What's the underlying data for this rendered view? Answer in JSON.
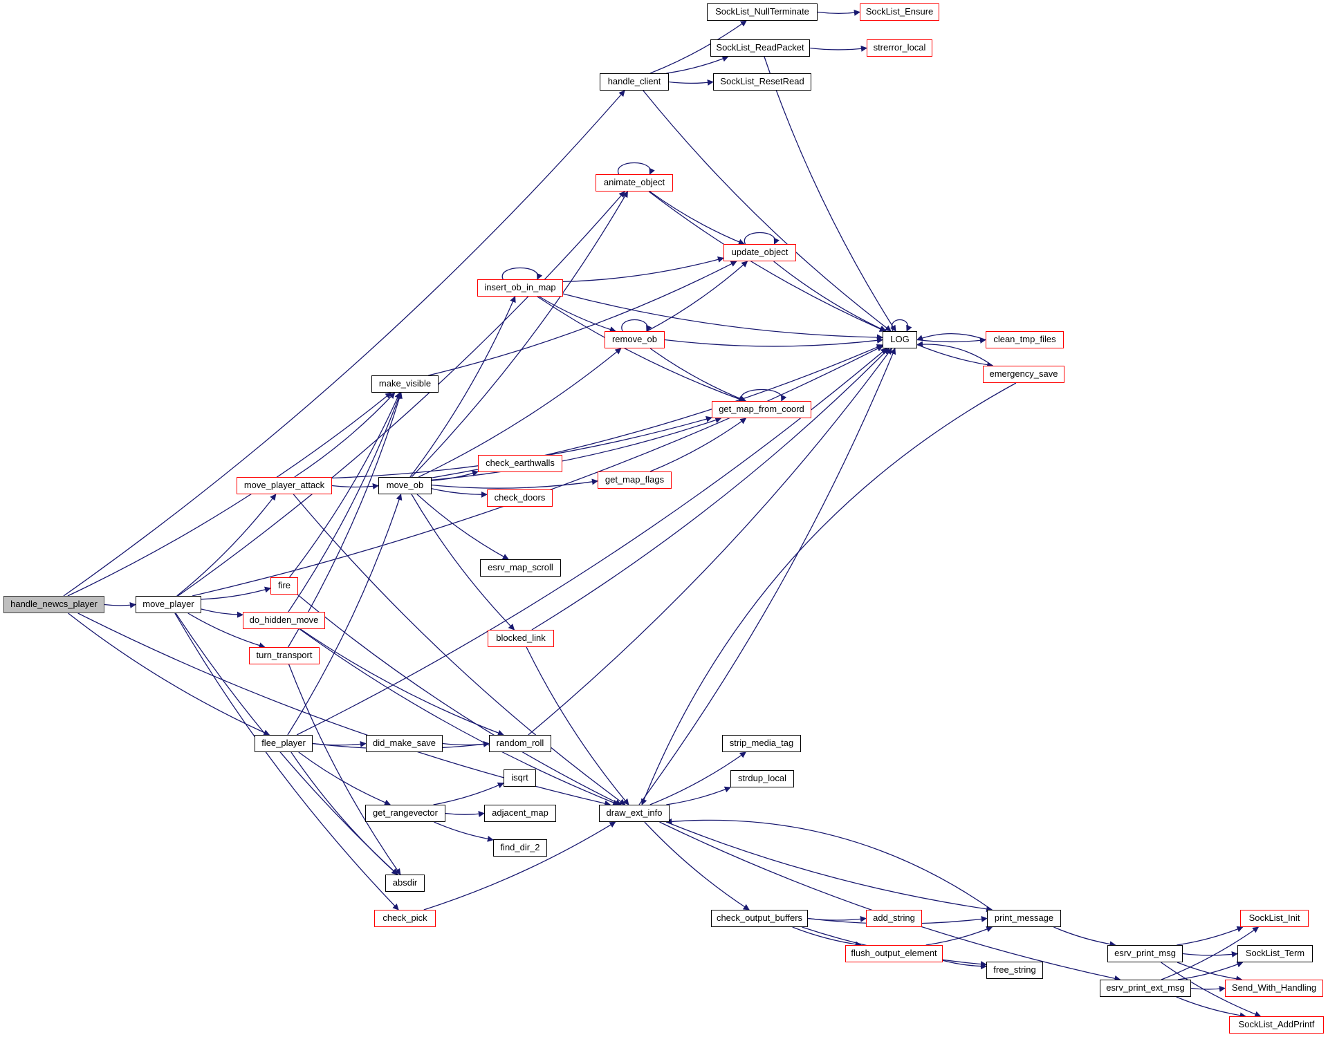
{
  "title": "Call graph for handle_newcs_player",
  "colors": {
    "edge": "#191970",
    "node_border": "#000000",
    "node_border_incomplete": "#ff0000",
    "root_fill": "#bfbfbf",
    "root_border": "#404040",
    "background": "#ffffff"
  },
  "nodes": [
    {
      "id": "handle_newcs_player",
      "label": "handle_newcs_player",
      "kind": "root"
    },
    {
      "id": "move_player",
      "label": "move_player",
      "kind": "normal"
    },
    {
      "id": "handle_client",
      "label": "handle_client",
      "kind": "normal"
    },
    {
      "id": "SockList_NullTerminate",
      "label": "SockList_NullTerminate",
      "kind": "normal"
    },
    {
      "id": "SockList_Ensure",
      "label": "SockList_Ensure",
      "kind": "red"
    },
    {
      "id": "SockList_ReadPacket",
      "label": "SockList_ReadPacket",
      "kind": "normal"
    },
    {
      "id": "strerror_local",
      "label": "strerror_local",
      "kind": "red"
    },
    {
      "id": "SockList_ResetRead",
      "label": "SockList_ResetRead",
      "kind": "normal"
    },
    {
      "id": "animate_object",
      "label": "animate_object",
      "kind": "red"
    },
    {
      "id": "update_object",
      "label": "update_object",
      "kind": "red"
    },
    {
      "id": "insert_ob_in_map",
      "label": "insert_ob_in_map",
      "kind": "red"
    },
    {
      "id": "remove_ob",
      "label": "remove_ob",
      "kind": "red"
    },
    {
      "id": "LOG",
      "label": "LOG",
      "kind": "normal"
    },
    {
      "id": "clean_tmp_files",
      "label": "clean_tmp_files",
      "kind": "red"
    },
    {
      "id": "emergency_save",
      "label": "emergency_save",
      "kind": "red"
    },
    {
      "id": "make_visible",
      "label": "make_visible",
      "kind": "normal"
    },
    {
      "id": "get_map_from_coord",
      "label": "get_map_from_coord",
      "kind": "red"
    },
    {
      "id": "move_player_attack",
      "label": "move_player_attack",
      "kind": "red"
    },
    {
      "id": "move_ob",
      "label": "move_ob",
      "kind": "normal"
    },
    {
      "id": "check_earthwalls",
      "label": "check_earthwalls",
      "kind": "red"
    },
    {
      "id": "get_map_flags",
      "label": "get_map_flags",
      "kind": "red"
    },
    {
      "id": "check_doors",
      "label": "check_doors",
      "kind": "red"
    },
    {
      "id": "esrv_map_scroll",
      "label": "esrv_map_scroll",
      "kind": "normal"
    },
    {
      "id": "fire",
      "label": "fire",
      "kind": "red"
    },
    {
      "id": "do_hidden_move",
      "label": "do_hidden_move",
      "kind": "red"
    },
    {
      "id": "turn_transport",
      "label": "turn_transport",
      "kind": "red"
    },
    {
      "id": "blocked_link",
      "label": "blocked_link",
      "kind": "red"
    },
    {
      "id": "flee_player",
      "label": "flee_player",
      "kind": "normal"
    },
    {
      "id": "did_make_save",
      "label": "did_make_save",
      "kind": "normal"
    },
    {
      "id": "random_roll",
      "label": "random_roll",
      "kind": "normal"
    },
    {
      "id": "strip_media_tag",
      "label": "strip_media_tag",
      "kind": "normal"
    },
    {
      "id": "strdup_local",
      "label": "strdup_local",
      "kind": "normal"
    },
    {
      "id": "isqrt",
      "label": "isqrt",
      "kind": "normal"
    },
    {
      "id": "get_rangevector",
      "label": "get_rangevector",
      "kind": "normal"
    },
    {
      "id": "adjacent_map",
      "label": "adjacent_map",
      "kind": "normal"
    },
    {
      "id": "draw_ext_info",
      "label": "draw_ext_info",
      "kind": "normal"
    },
    {
      "id": "find_dir_2",
      "label": "find_dir_2",
      "kind": "normal"
    },
    {
      "id": "absdir",
      "label": "absdir",
      "kind": "normal"
    },
    {
      "id": "check_pick",
      "label": "check_pick",
      "kind": "red"
    },
    {
      "id": "check_output_buffers",
      "label": "check_output_buffers",
      "kind": "normal"
    },
    {
      "id": "add_string",
      "label": "add_string",
      "kind": "red"
    },
    {
      "id": "print_message",
      "label": "print_message",
      "kind": "normal"
    },
    {
      "id": "flush_output_element",
      "label": "flush_output_element",
      "kind": "red"
    },
    {
      "id": "free_string",
      "label": "free_string",
      "kind": "normal"
    },
    {
      "id": "esrv_print_msg",
      "label": "esrv_print_msg",
      "kind": "normal"
    },
    {
      "id": "esrv_print_ext_msg",
      "label": "esrv_print_ext_msg",
      "kind": "normal"
    },
    {
      "id": "SockList_Init",
      "label": "SockList_Init",
      "kind": "red"
    },
    {
      "id": "SockList_Term",
      "label": "SockList_Term",
      "kind": "normal"
    },
    {
      "id": "Send_With_Handling",
      "label": "Send_With_Handling",
      "kind": "red"
    },
    {
      "id": "SockList_AddPrintf",
      "label": "SockList_AddPrintf",
      "kind": "red"
    }
  ],
  "edges": [
    [
      "handle_newcs_player",
      "move_player"
    ],
    [
      "handle_newcs_player",
      "handle_client"
    ],
    [
      "handle_newcs_player",
      "make_visible"
    ],
    [
      "handle_newcs_player",
      "flee_player"
    ],
    [
      "handle_newcs_player",
      "draw_ext_info"
    ],
    [
      "handle_client",
      "SockList_NullTerminate"
    ],
    [
      "handle_client",
      "SockList_ReadPacket"
    ],
    [
      "handle_client",
      "SockList_ResetRead"
    ],
    [
      "handle_client",
      "LOG"
    ],
    [
      "SockList_NullTerminate",
      "SockList_Ensure"
    ],
    [
      "SockList_ReadPacket",
      "strerror_local"
    ],
    [
      "SockList_ReadPacket",
      "LOG"
    ],
    [
      "move_player",
      "LOG"
    ],
    [
      "move_player",
      "animate_object"
    ],
    [
      "move_player",
      "move_player_attack"
    ],
    [
      "move_player",
      "fire"
    ],
    [
      "move_player",
      "do_hidden_move"
    ],
    [
      "move_player",
      "turn_transport"
    ],
    [
      "move_player",
      "absdir"
    ],
    [
      "move_player",
      "check_pick"
    ],
    [
      "animate_object",
      "animate_object"
    ],
    [
      "animate_object",
      "update_object"
    ],
    [
      "animate_object",
      "LOG"
    ],
    [
      "update_object",
      "update_object"
    ],
    [
      "update_object",
      "LOG"
    ],
    [
      "insert_ob_in_map",
      "insert_ob_in_map"
    ],
    [
      "insert_ob_in_map",
      "update_object"
    ],
    [
      "insert_ob_in_map",
      "LOG"
    ],
    [
      "insert_ob_in_map",
      "remove_ob"
    ],
    [
      "insert_ob_in_map",
      "get_map_from_coord"
    ],
    [
      "remove_ob",
      "remove_ob"
    ],
    [
      "remove_ob",
      "update_object"
    ],
    [
      "remove_ob",
      "LOG"
    ],
    [
      "remove_ob",
      "get_map_from_coord"
    ],
    [
      "LOG",
      "LOG"
    ],
    [
      "LOG",
      "clean_tmp_files"
    ],
    [
      "LOG",
      "emergency_save"
    ],
    [
      "clean_tmp_files",
      "LOG"
    ],
    [
      "emergency_save",
      "LOG"
    ],
    [
      "emergency_save",
      "draw_ext_info"
    ],
    [
      "make_visible",
      "update_object"
    ],
    [
      "get_map_from_coord",
      "get_map_from_coord"
    ],
    [
      "move_player_attack",
      "make_visible"
    ],
    [
      "move_player_attack",
      "get_map_from_coord"
    ],
    [
      "move_player_attack",
      "move_ob"
    ],
    [
      "move_player_attack",
      "draw_ext_info"
    ],
    [
      "move_ob",
      "animate_object"
    ],
    [
      "move_ob",
      "insert_ob_in_map"
    ],
    [
      "move_ob",
      "remove_ob"
    ],
    [
      "move_ob",
      "get_map_from_coord"
    ],
    [
      "move_ob",
      "get_map_flags"
    ],
    [
      "move_ob",
      "check_earthwalls"
    ],
    [
      "move_ob",
      "check_doors"
    ],
    [
      "move_ob",
      "esrv_map_scroll"
    ],
    [
      "move_ob",
      "blocked_link"
    ],
    [
      "move_ob",
      "LOG"
    ],
    [
      "get_map_flags",
      "get_map_from_coord"
    ],
    [
      "fire",
      "make_visible"
    ],
    [
      "fire",
      "draw_ext_info"
    ],
    [
      "do_hidden_move",
      "make_visible"
    ],
    [
      "do_hidden_move",
      "random_roll"
    ],
    [
      "do_hidden_move",
      "draw_ext_info"
    ],
    [
      "turn_transport",
      "make_visible"
    ],
    [
      "turn_transport",
      "absdir"
    ],
    [
      "blocked_link",
      "LOG"
    ],
    [
      "blocked_link",
      "draw_ext_info"
    ],
    [
      "flee_player",
      "did_make_save"
    ],
    [
      "flee_player",
      "random_roll"
    ],
    [
      "flee_player",
      "get_rangevector"
    ],
    [
      "flee_player",
      "absdir"
    ],
    [
      "flee_player",
      "move_ob"
    ],
    [
      "flee_player",
      "LOG"
    ],
    [
      "did_make_save",
      "random_roll"
    ],
    [
      "random_roll",
      "LOG"
    ],
    [
      "get_rangevector",
      "isqrt"
    ],
    [
      "get_rangevector",
      "adjacent_map"
    ],
    [
      "get_rangevector",
      "find_dir_2"
    ],
    [
      "check_pick",
      "draw_ext_info"
    ],
    [
      "draw_ext_info",
      "strip_media_tag"
    ],
    [
      "draw_ext_info",
      "strdup_local"
    ],
    [
      "draw_ext_info",
      "LOG"
    ],
    [
      "draw_ext_info",
      "check_output_buffers"
    ],
    [
      "draw_ext_info",
      "print_message"
    ],
    [
      "draw_ext_info",
      "esrv_print_ext_msg"
    ],
    [
      "print_message",
      "draw_ext_info"
    ],
    [
      "print_message",
      "esrv_print_msg"
    ],
    [
      "check_output_buffers",
      "add_string"
    ],
    [
      "check_output_buffers",
      "print_message"
    ],
    [
      "check_output_buffers",
      "flush_output_element"
    ],
    [
      "check_output_buffers",
      "free_string"
    ],
    [
      "flush_output_element",
      "print_message"
    ],
    [
      "flush_output_element",
      "free_string"
    ],
    [
      "esrv_print_msg",
      "SockList_Init"
    ],
    [
      "esrv_print_msg",
      "SockList_Term"
    ],
    [
      "esrv_print_msg",
      "Send_With_Handling"
    ],
    [
      "esrv_print_msg",
      "SockList_AddPrintf"
    ],
    [
      "esrv_print_ext_msg",
      "SockList_Init"
    ],
    [
      "esrv_print_ext_msg",
      "SockList_Term"
    ],
    [
      "esrv_print_ext_msg",
      "Send_With_Handling"
    ],
    [
      "esrv_print_ext_msg",
      "SockList_AddPrintf"
    ]
  ]
}
